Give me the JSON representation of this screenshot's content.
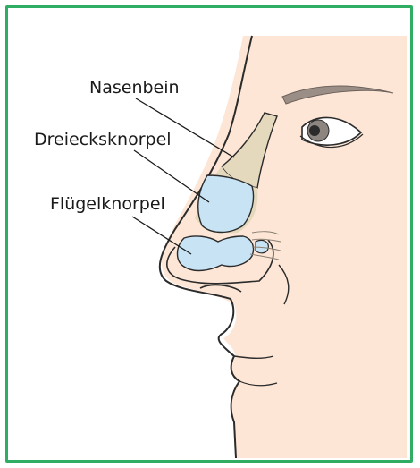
{
  "labels": {
    "nasal_bone": "Nasenbein",
    "triangular_cartilage": "Dreiecksknorpel",
    "alar_cartilage": "Flügelknorpel"
  },
  "colors": {
    "frame": "#2fae63",
    "skin": "#fde6d6",
    "bone": "#e4d8bd",
    "cartilage": "#c7e3f4",
    "outline": "#2b2b2b"
  },
  "icons": [
    "nose-profile-illustration",
    "eye-icon"
  ]
}
